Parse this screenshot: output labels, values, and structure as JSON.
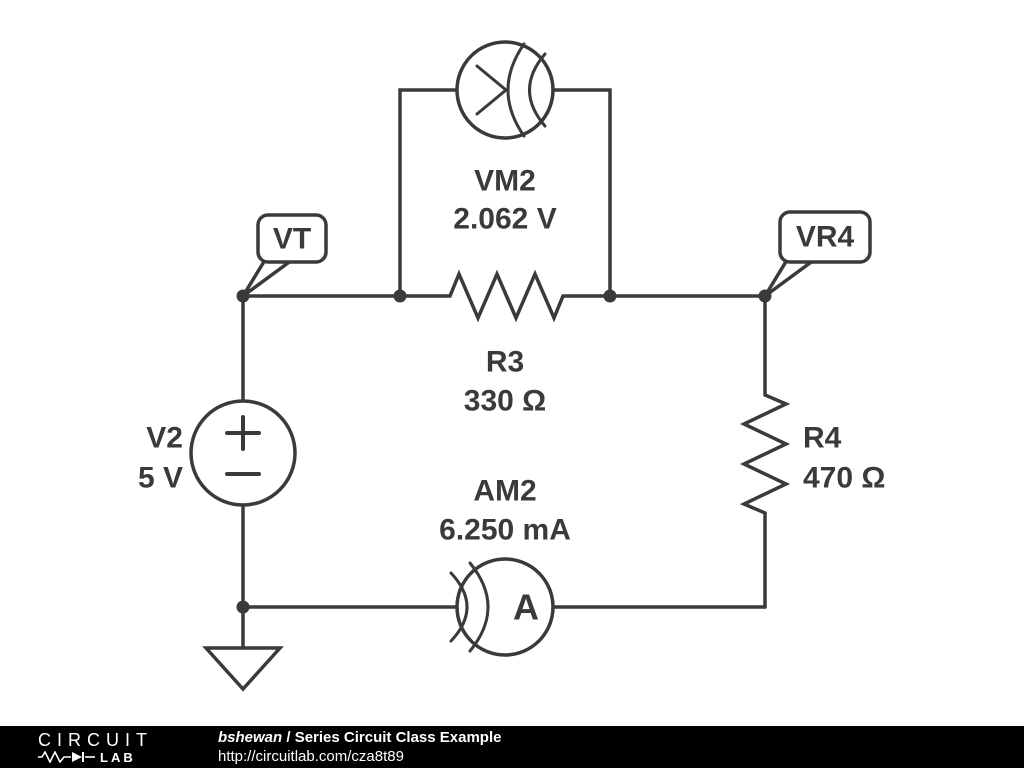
{
  "colors": {
    "stroke": "#3a3a3a",
    "background": "#ffffff",
    "footer_bg": "#000000",
    "footer_text": "#ffffff"
  },
  "components": {
    "vm2": {
      "label": "VM2",
      "value": "2.062 V"
    },
    "r3": {
      "label": "R3",
      "value": "330 Ω"
    },
    "v2": {
      "label": "V2",
      "value": "5 V"
    },
    "am2": {
      "label": "AM2",
      "value": "6.250 mA",
      "meter_letter": "A"
    },
    "r4": {
      "label": "R4",
      "value": "470 Ω"
    }
  },
  "flags": {
    "vt": "VT",
    "vr4": "VR4"
  },
  "footer": {
    "logo_top": "CIRCUIT",
    "logo_bottom": "LAB",
    "byline_author": "bshewan",
    "byline_separator": " / ",
    "byline_title": "Series Circuit Class Example",
    "url": "http://circuitlab.com/cza8t89"
  }
}
